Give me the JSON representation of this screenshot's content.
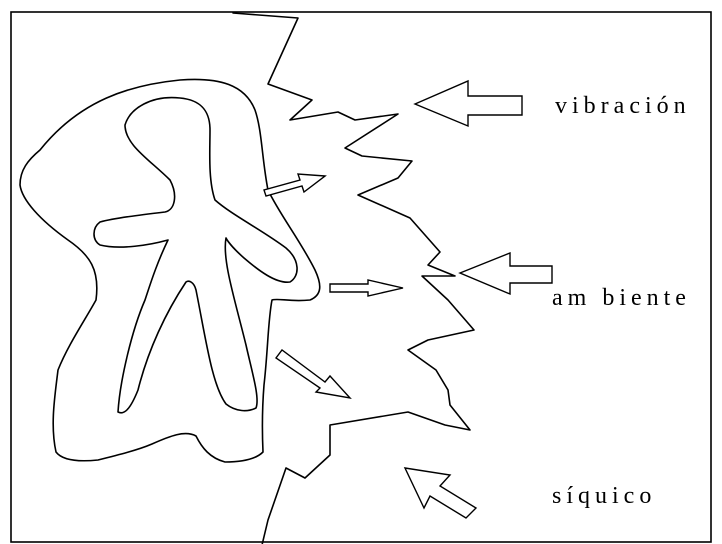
{
  "diagram": {
    "labels": {
      "vibration": "vibración",
      "ambient": "am biente",
      "psychic": "síquico"
    }
  }
}
